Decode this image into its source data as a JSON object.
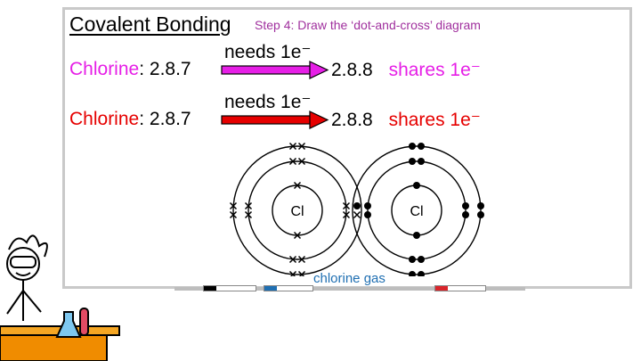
{
  "header": {
    "title": "Covalent Bonding",
    "subtitle": "Step 4: Draw the ‘dot-and-cross’ diagram"
  },
  "rows": [
    {
      "element": "Chlorine",
      "colon": ":",
      "config": "2.8.7",
      "needs_label": "needs 1e⁻",
      "result_config": "2.8.8",
      "result_label": "shares 1e⁻",
      "element_color": "#e61fe6",
      "result_color": "#e61fe6",
      "arrow_color": "#e61fe6"
    },
    {
      "element": "Chlorine",
      "colon": ":",
      "config": "2.8.7",
      "needs_label": "needs 1e⁻",
      "result_config": "2.8.8",
      "result_label": "shares 1e⁻",
      "element_color": "#e60000",
      "result_color": "#e60000",
      "arrow_color": "#e60000"
    }
  ],
  "diagram": {
    "left_atom_symbol": "Cl",
    "right_atom_symbol": "Cl",
    "left_marker": "cross",
    "right_marker": "dot",
    "caption": "chlorine gas",
    "caption_color": "#1f6fb2"
  },
  "markers": [
    {
      "name": "black-marker",
      "color": "#000000"
    },
    {
      "name": "blue-marker",
      "color": "#1f6fb2"
    },
    {
      "name": "red-marker",
      "color": "#d9252b"
    }
  ]
}
